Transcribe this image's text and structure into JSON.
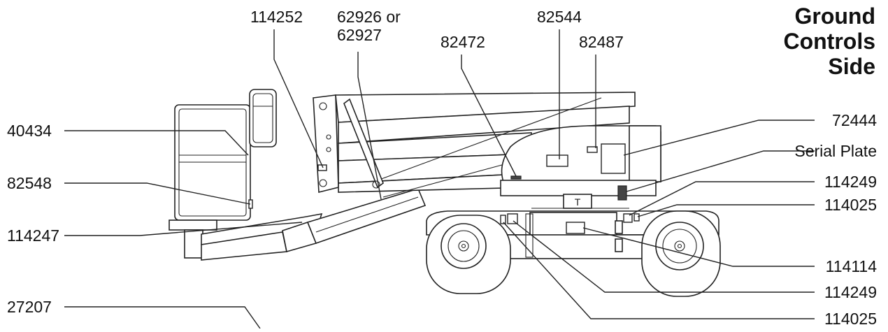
{
  "heading": [
    "Ground",
    "Controls",
    "Side"
  ],
  "labels": {
    "l114252": "114252",
    "l62926a": "62926 or",
    "l62926b": "62927",
    "l82472": "82472",
    "l82544": "82544",
    "l82487": "82487",
    "l40434": "40434",
    "l82548": "82548",
    "l114247": "114247",
    "l27207": "27207",
    "l72444": "72444",
    "lserial": "Serial Plate",
    "l114249a": "114249",
    "l114025a": "114025",
    "l114114": "114114",
    "l114249b": "114249",
    "l114025b": "114025"
  },
  "colors": {
    "ink": "#222222",
    "background": "#ffffff"
  }
}
